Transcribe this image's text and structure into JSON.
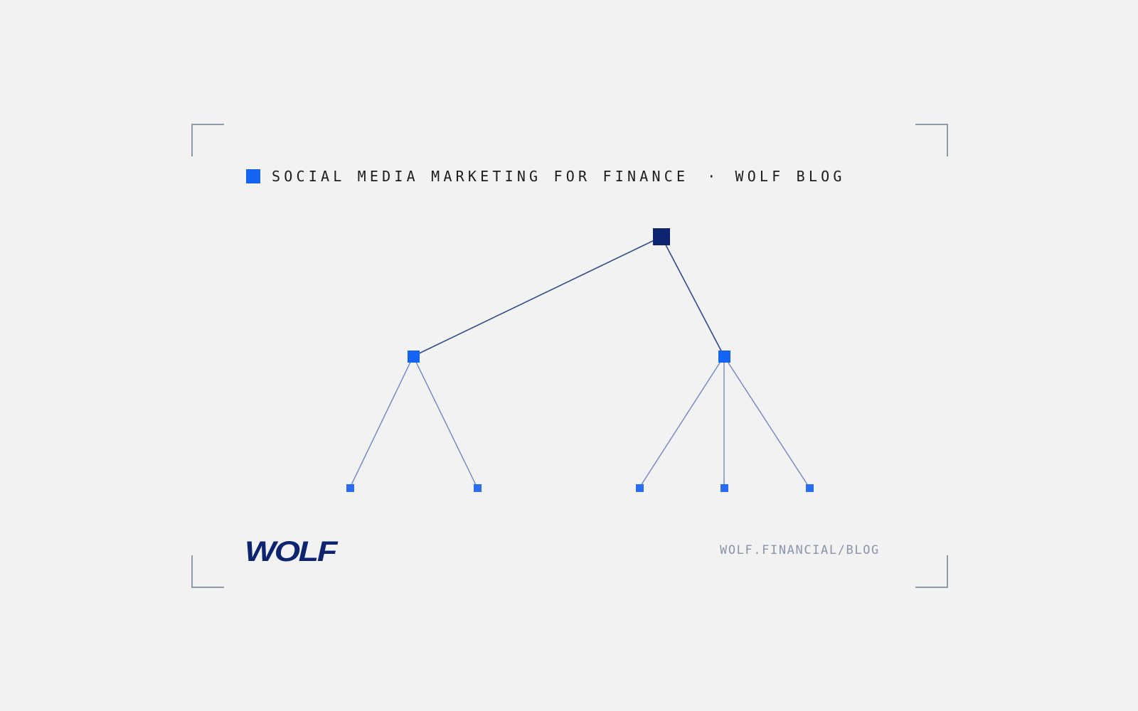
{
  "header": {
    "category": "SOCIAL MEDIA MARKETING FOR FINANCE",
    "separator": "·",
    "section": "WOLF BLOG"
  },
  "diagram": {
    "type": "tree",
    "root": {
      "children": [
        {
          "leaves": 2
        },
        {
          "leaves": 3
        }
      ]
    }
  },
  "footer": {
    "logo_text": "WOLF",
    "url": "WOLF.FINANCIAL/BLOG"
  },
  "colors": {
    "background": "#f2f2f2",
    "accent_blue": "#1463f3",
    "navy": "#0d2470",
    "edge_primary": "#2f4a8a",
    "edge_secondary": "#6f86bf",
    "corner_marks": "#8f9aab",
    "muted_text": "#8a95a8"
  }
}
